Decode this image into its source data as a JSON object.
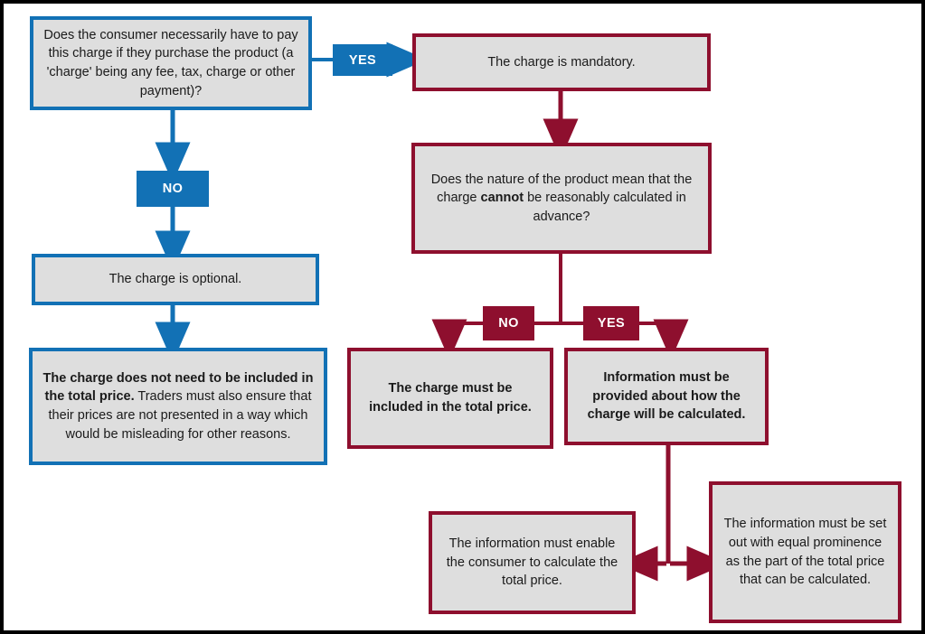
{
  "diagram": {
    "title": "Mandatory charge pricing decision flowchart",
    "colors": {
      "blue": "#1271B5",
      "dark_red": "#8E0F2E",
      "node_fill": "#DEDEDE",
      "frame": "#000000",
      "text": "#1A1A1A"
    }
  },
  "nodes": {
    "q1": {
      "text": "Does the consumer necessarily have to pay this charge if they purchase the product (a 'charge' being any fee, tax, charge or other payment)?"
    },
    "mandatory": {
      "text": "The charge is mandatory."
    },
    "optional": {
      "text": "The charge is optional."
    },
    "optional_outcome": {
      "bold_part": "The charge does not need to be included in the total price.",
      "rest_part": "  Traders must also ensure that their prices are not presented in a way which would be misleading for other reasons."
    },
    "q2": {
      "before": "Does the nature of the product mean that the charge ",
      "emphasis": "cannot",
      "after": " be reasonably calculated in advance?"
    },
    "must_include": {
      "text": "The charge must be included in the total price."
    },
    "info_provided": {
      "text": "Information must be provided about how the charge will be calculated."
    },
    "info_enable": {
      "text": "The information must enable the consumer to calculate the total price."
    },
    "info_prominence": {
      "text": "The information must be set out with equal prominence as the part of the total price that can be calculated."
    }
  },
  "labels": {
    "yes_top": "YES",
    "no_top": "NO",
    "no_mid": "NO",
    "yes_mid": "YES"
  }
}
